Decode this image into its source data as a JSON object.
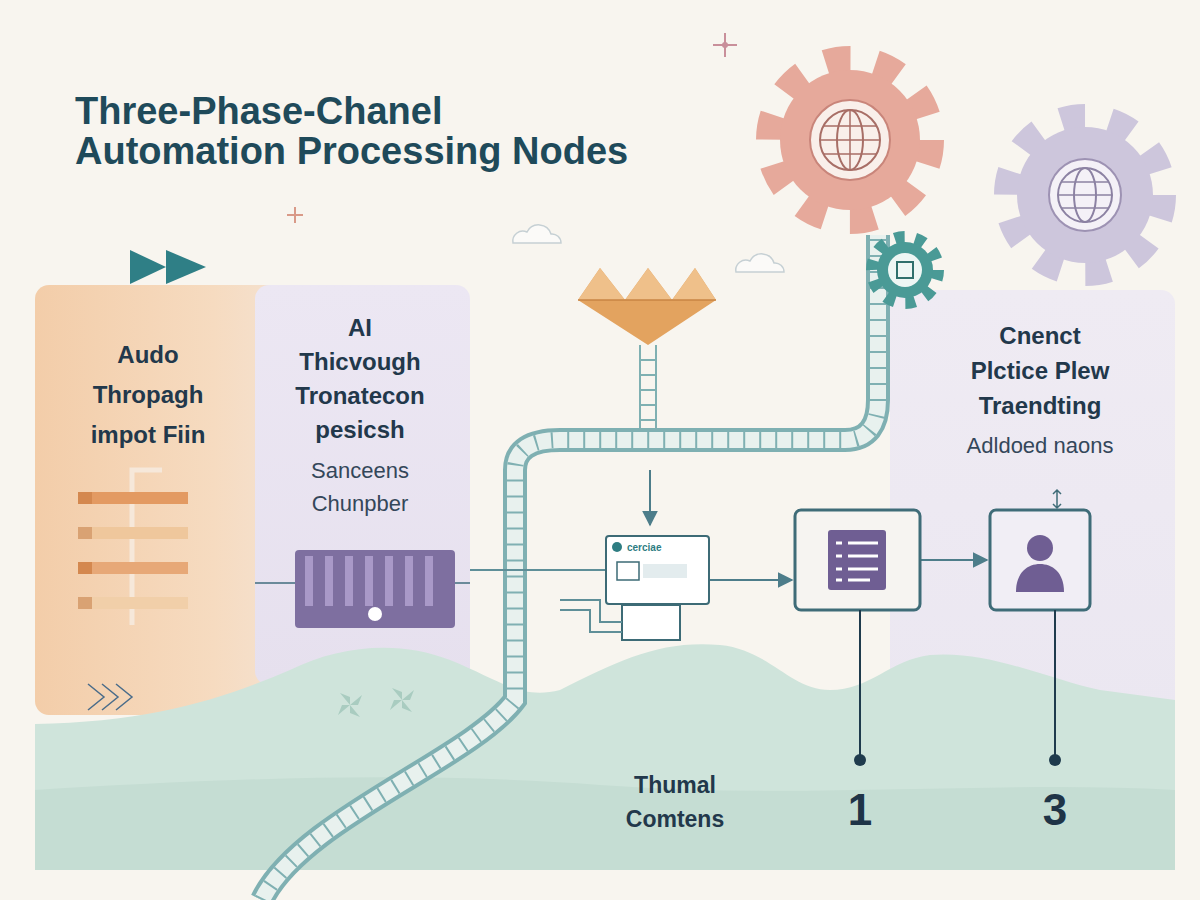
{
  "diagram": {
    "title": "Three-Phase-Chanel Automation Processing Nodes",
    "nodes": [
      {
        "text": [
          "Audo Thropagh impot Fiin"
        ]
      },
      {
        "text": [
          "AI Thicvough Tronatecon pesicsh",
          "Sanceens Chunpber"
        ]
      },
      {
        "text": [
          "Cnenct Plctice Plew Traendting",
          "Adldoed naons"
        ]
      },
      {
        "text": [
          "cerciae"
        ]
      }
    ],
    "edges": [
      {
        "from": 1,
        "to": 3,
        "arrow": "none"
      }
    ],
    "labels": [
      "Thumal Comtens",
      "1",
      "3"
    ]
  }
}
